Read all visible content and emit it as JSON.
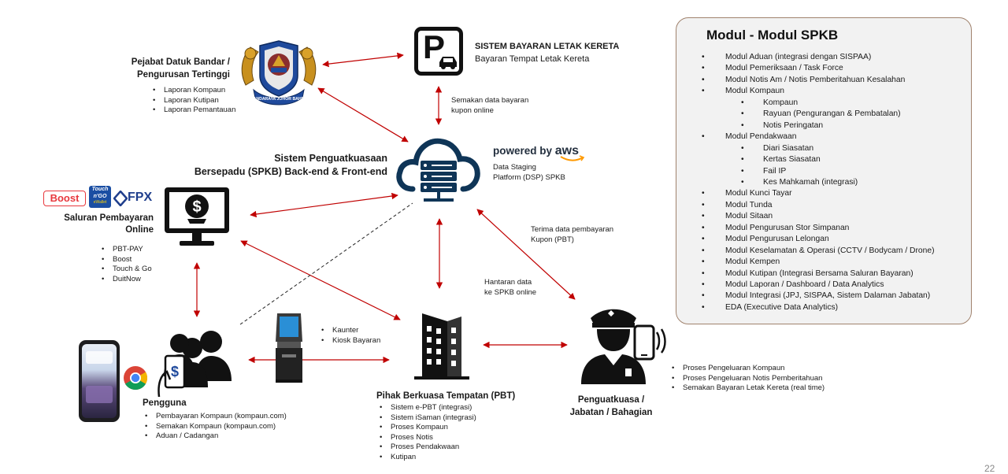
{
  "pejabat": {
    "title_line1": "Pejabat Datuk Bandar /",
    "title_line2": "Pengurusan Tertinggi",
    "items": [
      "Laporan Kompaun",
      "Laporan Kutipan",
      "Laporan Pemantauan"
    ],
    "logo_text": "BANDARAYA JOHOR BAHRU"
  },
  "parking": {
    "title": "SISTEM BAYARAN LETAK KERETA",
    "subtitle": "Bayaran Tempat Letak Kereta",
    "icon_letter": "P"
  },
  "edge_labels": {
    "semakan_line1": "Semakan data bayaran",
    "semakan_line2": "kupon online",
    "terima_line1": "Terima data pembayaran",
    "terima_line2": "Kupon (PBT)",
    "hantaran_line1": "Hantaran data",
    "hantaran_line2": "ke SPKB online"
  },
  "spkb": {
    "title_line1": "Sistem Penguatkuasaan",
    "title_line2": "Bersepadu (SPKB) Back-end & Front-end",
    "powered_by": "powered by",
    "aws": "aws",
    "staging_line1": "Data Staging",
    "staging_line2": "Platform (DSP) SPKB"
  },
  "saluran": {
    "logos": {
      "boost": "Boost",
      "touch_top": "Touch",
      "touch_mid": "n'GO",
      "touch_bottom": "eWallet",
      "fpx": "FPX"
    },
    "title_line1": "Saluran Pembayaran",
    "title_line2": "Online",
    "items": [
      "PBT-PAY",
      "Boost",
      "Touch & Go",
      "DuitNow"
    ]
  },
  "pengguna": {
    "title": "Pengguna",
    "items": [
      "Pembayaran Kompaun (kompaun.com)",
      "Semakan Kompaun (kompaun.com)",
      "Aduan / Cadangan"
    ]
  },
  "kiosk": {
    "items": [
      "Kaunter",
      "Kiosk Bayaran"
    ]
  },
  "pbt": {
    "title": "Pihak Berkuasa Tempatan (PBT)",
    "items": [
      "Sistem e-PBT (integrasi)",
      "Sistem iSaman (integrasi)",
      "Proses Kompaun",
      "Proses Notis",
      "Proses Pendakwaan",
      "Kutipan"
    ]
  },
  "penguatkuasa": {
    "title_line1": "Penguatkuasa /",
    "title_line2": "Jabatan / Bahagian",
    "items": [
      "Proses Pengeluaran Kompaun",
      "Proses Pengeluaran Notis Pemberitahuan",
      "Semakan Bayaran Letak Kereta (real time)"
    ]
  },
  "modules": {
    "title": "Modul - Modul SPKB",
    "items": [
      {
        "label": "Modul Aduan (integrasi dengan SISPAA)",
        "level": 1
      },
      {
        "label": "Modul Pemeriksaan / Task Force",
        "level": 1
      },
      {
        "label": "Modul Notis Am / Notis Pemberitahuan Kesalahan",
        "level": 1
      },
      {
        "label": "Modul Kompaun",
        "level": 1
      },
      {
        "label": "Kompaun",
        "level": 2
      },
      {
        "label": "Rayuan (Pengurangan & Pembatalan)",
        "level": 2
      },
      {
        "label": "Notis Peringatan",
        "level": 2
      },
      {
        "label": "Modul Pendakwaan",
        "level": 1
      },
      {
        "label": "Diari Siasatan",
        "level": 2
      },
      {
        "label": "Kertas Siasatan",
        "level": 2
      },
      {
        "label": "Fail IP",
        "level": 2
      },
      {
        "label": "Kes Mahkamah (integrasi)",
        "level": 2
      },
      {
        "label": "Modul Kunci Tayar",
        "level": 1
      },
      {
        "label": "Modul Tunda",
        "level": 1
      },
      {
        "label": "Modul Sitaan",
        "level": 1
      },
      {
        "label": "Modul Pengurusan Stor Simpanan",
        "level": 1
      },
      {
        "label": "Modul Pengurusan Lelongan",
        "level": 1
      },
      {
        "label": "Modul Keselamatan & Operasi (CCTV / Bodycam / Drone)",
        "level": 1
      },
      {
        "label": "Modul Kempen",
        "level": 1
      },
      {
        "label": "Modul Kutipan (Integrasi Bersama Saluran Bayaran)",
        "level": 1
      },
      {
        "label": "Modul Laporan / Dashboard / Data Analytics",
        "level": 1
      },
      {
        "label": "Modul Integrasi (JPJ, SISPAA, Sistem Dalaman Jabatan)",
        "level": 1
      },
      {
        "label": "EDA (Executive Data Analytics)",
        "level": 1
      }
    ]
  },
  "slide_number": "22",
  "colors": {
    "arrow": "#c00000",
    "icon": "#111111",
    "boost": "#e8383d",
    "touchngo": "#1a4ea3",
    "fpx": "#1f3e8c",
    "aws_orange": "#ff9900",
    "panel_border": "#a0826d"
  }
}
